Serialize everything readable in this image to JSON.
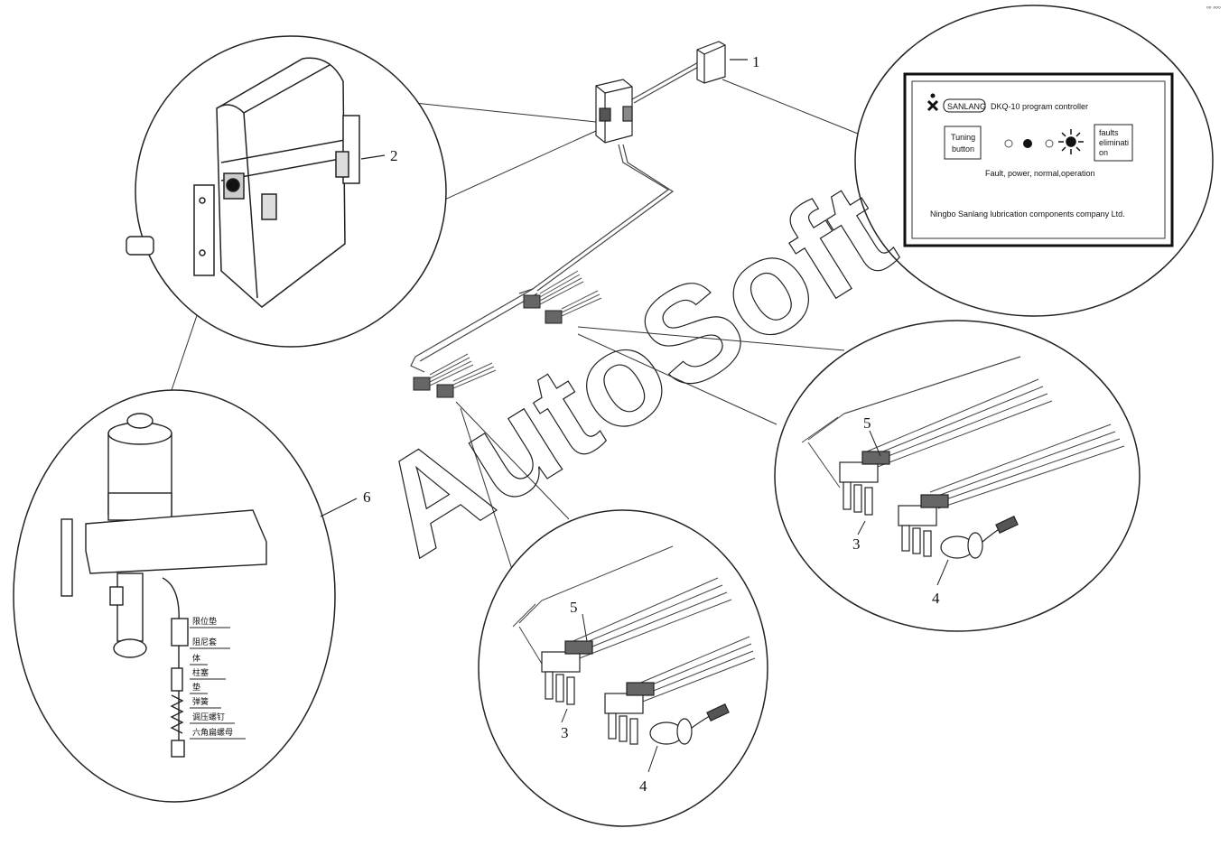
{
  "callouts": {
    "c1": "1",
    "c2": "2",
    "c3a": "3",
    "c3b": "3",
    "c4a": "4",
    "c4b": "4",
    "c5a": "5",
    "c5b": "5",
    "c6": "6"
  },
  "controller_panel": {
    "brand": "SANLANG",
    "model": "DKQ-10 program controller",
    "tuning_button": [
      "Tuning",
      "button"
    ],
    "faults_button": [
      "faults",
      "eliminati",
      "on"
    ],
    "indicator_caption": "Fault, power, normal,operation",
    "company": "Ningbo Sanlang lubrication components company Ltd."
  },
  "pump_parts": [
    "限位垫",
    "阻尼套",
    "体",
    "柱塞",
    "垫",
    "弹簧",
    "调压螺钉",
    "六角扁螺母"
  ],
  "watermark": "AutoSoft",
  "corner_mark": "°° °°°"
}
